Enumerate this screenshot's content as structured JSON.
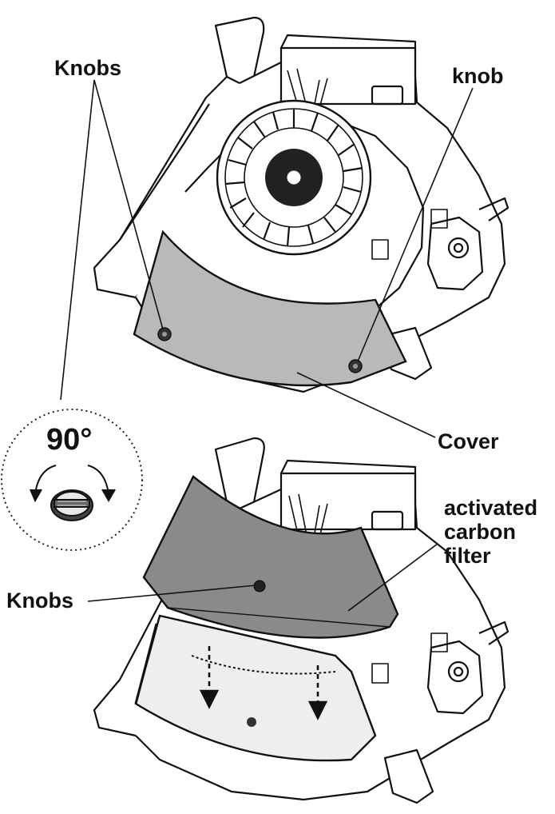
{
  "labels": {
    "knobs_top": "Knobs",
    "knob": "knob",
    "cover": "Cover",
    "rotation": "90°",
    "filter_line1": "activated",
    "filter_line2": "carbon",
    "filter_line3": "filter",
    "knobs_bottom": "Knobs"
  },
  "icons": [
    "range-hood-top-view",
    "range-hood-bottom-view",
    "fan-blower-icon",
    "knob-icon",
    "rotation-arrows-icon",
    "down-arrow-icon"
  ],
  "colors": {
    "line": "#111111",
    "cover_fill": "#b9b9b9",
    "filter_fill": "#8a8a8a",
    "panel_fill": "#eeeeee",
    "background": "#ffffff"
  }
}
